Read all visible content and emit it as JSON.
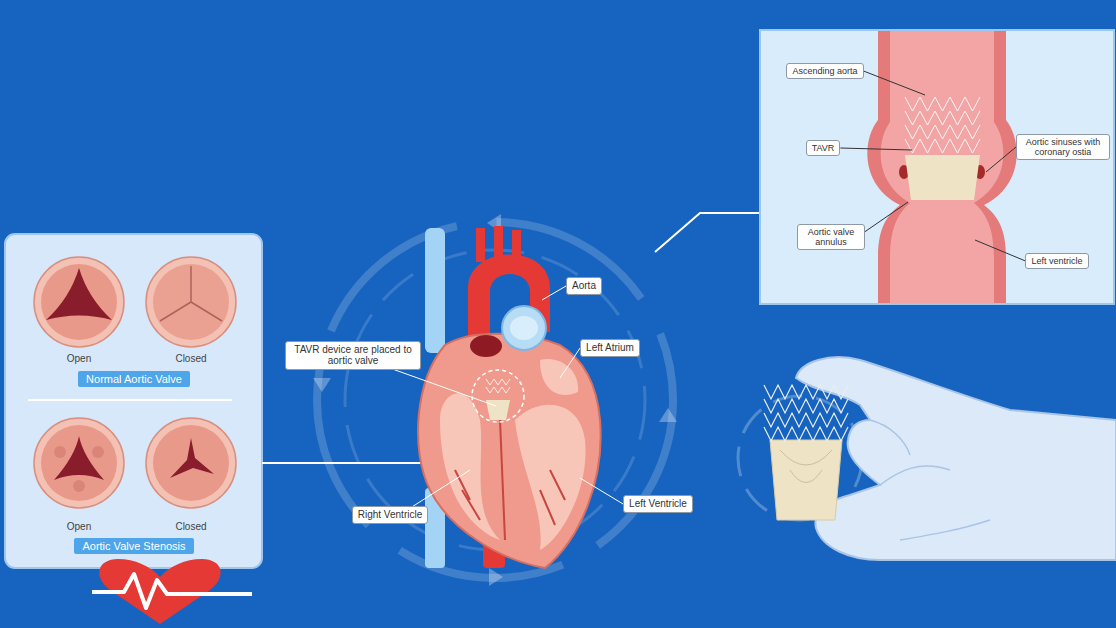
{
  "diagram": {
    "nodes": [
      {
        "text": [
          "Normal Aortic Valve"
        ]
      },
      {
        "text": [
          "Aortic Valve Stenosis"
        ]
      },
      {
        "text": [
          "Aorta"
        ]
      },
      {
        "text": [
          "Left Atrium"
        ]
      },
      {
        "text": [
          "TAVR device are placed to aortic valve"
        ]
      },
      {
        "text": [
          "Right Ventricle"
        ]
      },
      {
        "text": [
          "Left Ventricle"
        ]
      },
      {
        "text": [
          "Ascending aorta"
        ]
      },
      {
        "text": [
          "TAVR"
        ]
      },
      {
        "text": [
          "Aortic sinuses with coronary ostia"
        ]
      },
      {
        "text": [
          "Aortic valve annulus"
        ]
      },
      {
        "text": [
          "Left ventricle"
        ]
      }
    ],
    "labels": [
      "Open",
      "Closed",
      "Open",
      "Closed"
    ]
  }
}
